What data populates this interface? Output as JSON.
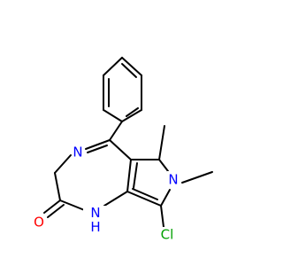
{
  "structure": {
    "atoms": [
      {
        "id": "N4",
        "symbol": "N",
        "color": "#0000ff"
      },
      {
        "id": "N7",
        "symbol": "N",
        "color": "#0000ff"
      },
      {
        "id": "N1",
        "symbol": "NH",
        "color": "#0000ff"
      },
      {
        "id": "O",
        "symbol": "O",
        "color": "#ff0000"
      },
      {
        "id": "Cl",
        "symbol": "Cl",
        "color": "#00a000"
      }
    ]
  }
}
